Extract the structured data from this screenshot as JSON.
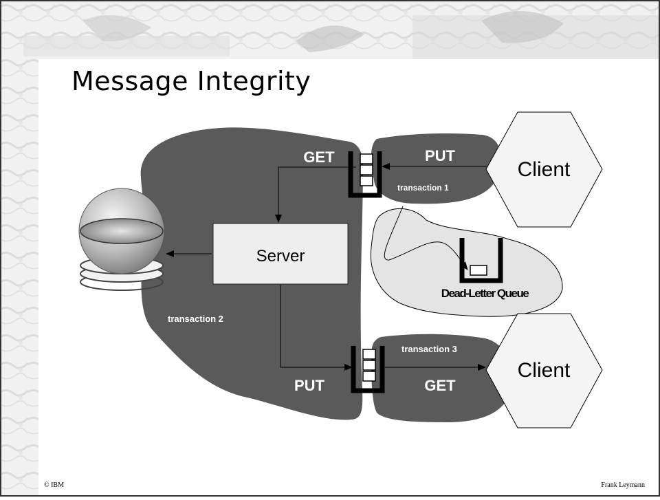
{
  "slide": {
    "title": "Message Integrity",
    "footer_left": "© IBM",
    "footer_right": "Frank Leymann"
  },
  "diagram": {
    "server_label": "Server",
    "client_top_label": "Client",
    "client_bottom_label": "Client",
    "get_top_label": "GET",
    "put_top_label": "PUT",
    "put_bottom_label": "PUT",
    "get_bottom_label": "GET",
    "transaction_1_label": "transaction 1",
    "transaction_2_label": "transaction 2",
    "transaction_3_label": "transaction 3",
    "dead_letter_label": "Dead-Letter Queue"
  },
  "colors": {
    "blob_dark": "#5a5a5a",
    "blob_light": "#e4e4e4",
    "server_fill": "#eeeeee",
    "client_fill": "#f4f4f4"
  }
}
